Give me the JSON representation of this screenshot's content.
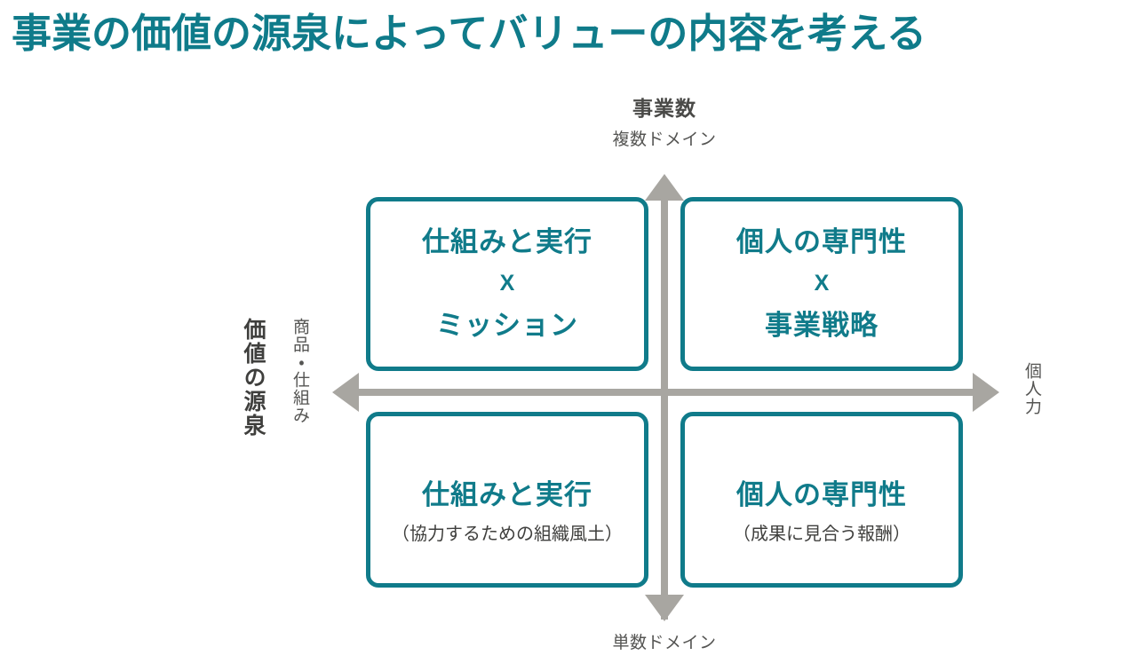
{
  "title": "事業の価値の源泉によってバリューの内容を考える",
  "colors": {
    "teal": "#107b8a",
    "title_teal": "#0f7b8a",
    "axis_gray": "#a8a6a1",
    "text_dark": "#3f3f3d",
    "text_gray": "#555553",
    "background": "#ffffff"
  },
  "axes": {
    "vertical": {
      "name": "事業数",
      "top_label": "複数ドメイン",
      "bottom_label": "単数ドメイン"
    },
    "horizontal": {
      "name": "価値の源泉",
      "left_label": "商品・仕組み",
      "right_label": "個人力"
    }
  },
  "quadrants": {
    "top_left": {
      "line1": "仕組みと実行",
      "operator": "X",
      "line2": "ミッション",
      "note": ""
    },
    "top_right": {
      "line1": "個人の専門性",
      "operator": "X",
      "line2": "事業戦略",
      "note": ""
    },
    "bottom_left": {
      "line1": "仕組みと実行",
      "note": "（協力するための組織風土）"
    },
    "bottom_right": {
      "line1": "個人の専門性",
      "note": "（成果に見合う報酬）"
    }
  }
}
